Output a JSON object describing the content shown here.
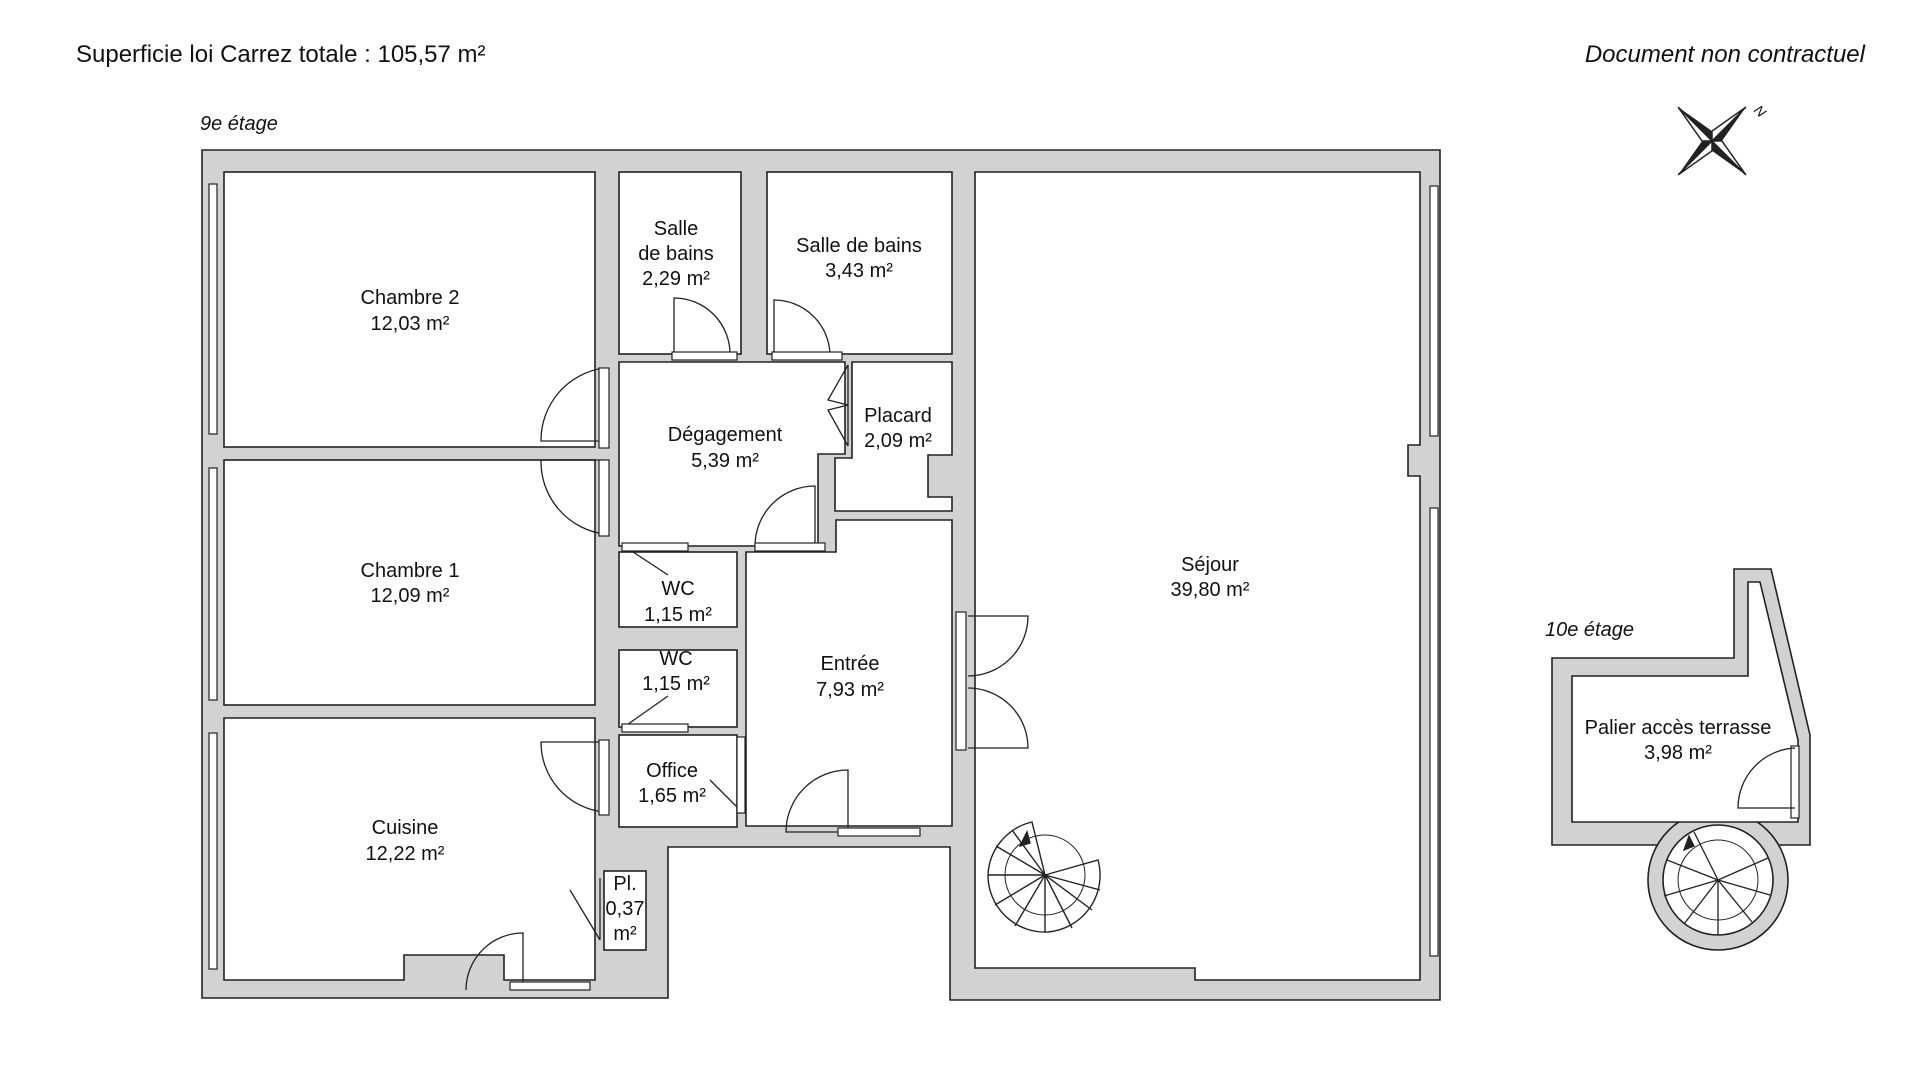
{
  "header": {
    "total_area": "Superficie loi Carrez totale : 105,57 m²",
    "disclaimer": "Document non contractuel"
  },
  "floors": {
    "floor9": "9e étage",
    "floor10": "10e étage"
  },
  "compass": {
    "north": "N"
  },
  "rooms": {
    "chambre2": {
      "name": "Chambre 2",
      "area": "12,03 m²"
    },
    "chambre1": {
      "name": "Chambre 1",
      "area": "12,09 m²"
    },
    "cuisine": {
      "name": "Cuisine",
      "area": "12,22 m²"
    },
    "sdb1": {
      "name1": "Salle",
      "name2": "de bains",
      "area": "2,29 m²"
    },
    "sdb2": {
      "name": "Salle de bains",
      "area": "3,43 m²"
    },
    "degagement": {
      "name": "Dégagement",
      "area": "5,39 m²"
    },
    "placard": {
      "name": "Placard",
      "area": "2,09 m²"
    },
    "wc1": {
      "name": "WC",
      "area": "1,15 m²"
    },
    "wc2": {
      "name": "WC",
      "area": "1,15 m²"
    },
    "office": {
      "name": "Office",
      "area": "1,65 m²"
    },
    "pl": {
      "name": "Pl.",
      "area1": "0,37",
      "area2": "m²"
    },
    "entree": {
      "name": "Entrée",
      "area": "7,93 m²"
    },
    "sejour": {
      "name": "Séjour",
      "area": "39,80 m²"
    },
    "palier": {
      "name": "Palier accès terrasse",
      "area": "3,98 m²"
    }
  }
}
